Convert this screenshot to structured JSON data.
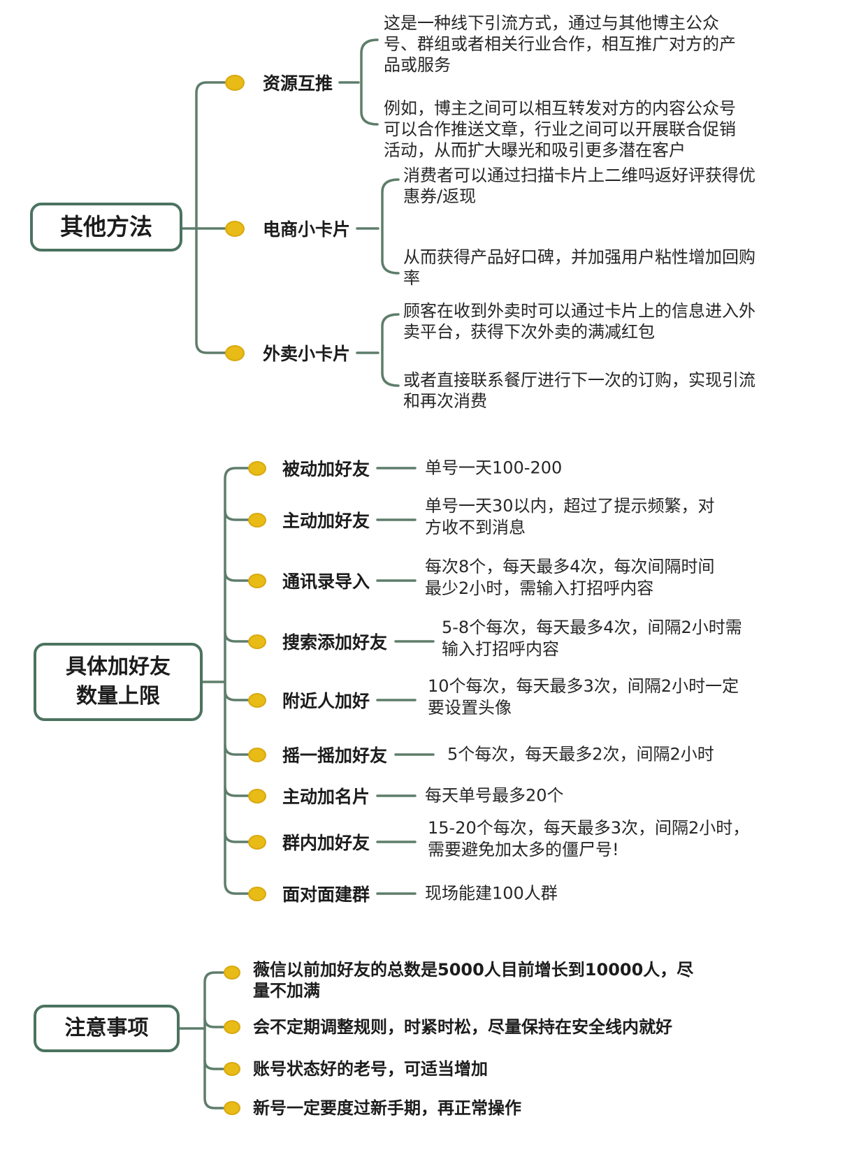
{
  "colors": {
    "line": "#5e7d6b",
    "box_border": "#4c7360",
    "dot_fill": "#e8bb17",
    "dot_border": "#d9a80e",
    "ink": "#1c1c1c"
  },
  "sections": [
    {
      "id": "other-methods",
      "root": "其他方法",
      "branches": [
        {
          "label": "资源互推",
          "notes": [
            "这是一种线下引流方式，通过与其他博主公众号、群组或者相关行业合作，相互推广对方的产品或服务",
            "例如，博主之间可以相互转发对方的内容公众号可以合作推送文章，行业之间可以开展联合促销活动，从而扩大曝光和吸引更多潜在客户"
          ]
        },
        {
          "label": "电商小卡片",
          "notes": [
            "消费者可以通过扫描卡片上二维吗返好评获得优惠券/返现",
            "从而获得产品好口碑，并加强用户粘性增加回购率"
          ]
        },
        {
          "label": "外卖小卡片",
          "notes": [
            "顾客在收到外卖时可以通过卡片上的信息进入外卖平台，获得下次外卖的满减红包",
            "或者直接联系餐厅进行下一次的订购，实现引流和再次消费"
          ]
        }
      ]
    },
    {
      "id": "friend-add-limits",
      "root": "具体加好友数量上限",
      "root_lines": [
        "具体加好友",
        "数量上限"
      ],
      "branches": [
        {
          "label": "被动加好友",
          "desc": "单号一天100-200"
        },
        {
          "label": "主动加好友",
          "desc": "单号一天30以内，超过了提示频繁，对方收不到消息"
        },
        {
          "label": "通讯录导入",
          "desc": "每次8个，每天最多4次，每次间隔时间最少2小时，需输入打招呼内容"
        },
        {
          "label": "搜索添加好友",
          "desc": "5-8个每次，每天最多4次，间隔2小时需输入打招呼内容"
        },
        {
          "label": "附近人加好",
          "desc": "10个每次，每天最多3次，间隔2小时一定要设置头像"
        },
        {
          "label": "摇一摇加好友",
          "desc": "5个每次，每天最多2次，间隔2小时"
        },
        {
          "label": "主动加名片",
          "desc": "每天单号最多20个"
        },
        {
          "label": "群内加好友",
          "desc": "15-20个每次，每天最多3次，间隔2小时，需要避免加太多的僵尸号!"
        },
        {
          "label": "面对面建群",
          "desc": "现场能建100人群"
        }
      ]
    },
    {
      "id": "notes",
      "root": "注意事项",
      "items": [
        "薇信以前加好友的总数是5000人目前增长到10000人，尽量不加满",
        "会不定期调整规则，时紧时松，尽量保持在安全线内就好",
        "账号状态好的老号，可适当增加",
        "新号一定要度过新手期，再正常操作"
      ]
    }
  ]
}
